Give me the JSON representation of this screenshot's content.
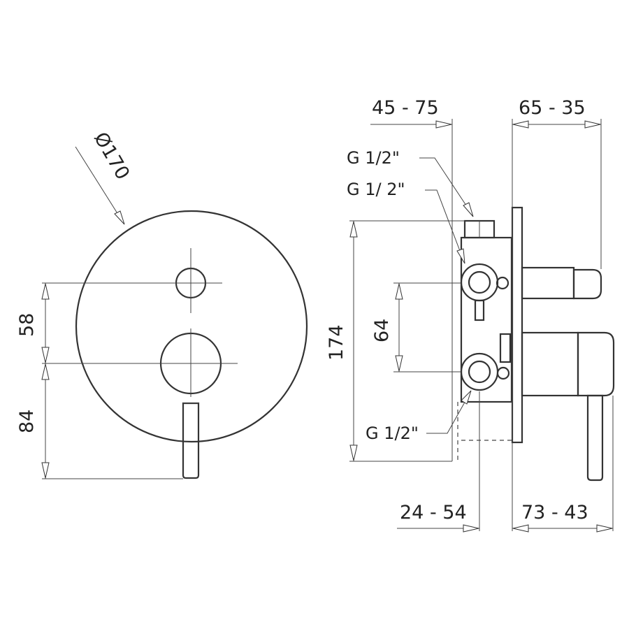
{
  "front_view": {
    "diameter_label": "Ø170",
    "dim_vertical_upper": "58",
    "dim_vertical_lower": "84"
  },
  "side_view": {
    "dim_top_left": "45 - 75",
    "dim_top_right": "65 - 35",
    "dim_bottom_left": "24 - 54",
    "dim_bottom_right": "73 - 43",
    "dim_height": "174",
    "dim_inlet_spacing": "64",
    "connection_top_1": "G 1/2\"",
    "connection_top_2": "G 1/ 2\"",
    "connection_bottom": "G 1/2\""
  },
  "colors": {
    "line": "#333333",
    "background": "#ffffff"
  }
}
